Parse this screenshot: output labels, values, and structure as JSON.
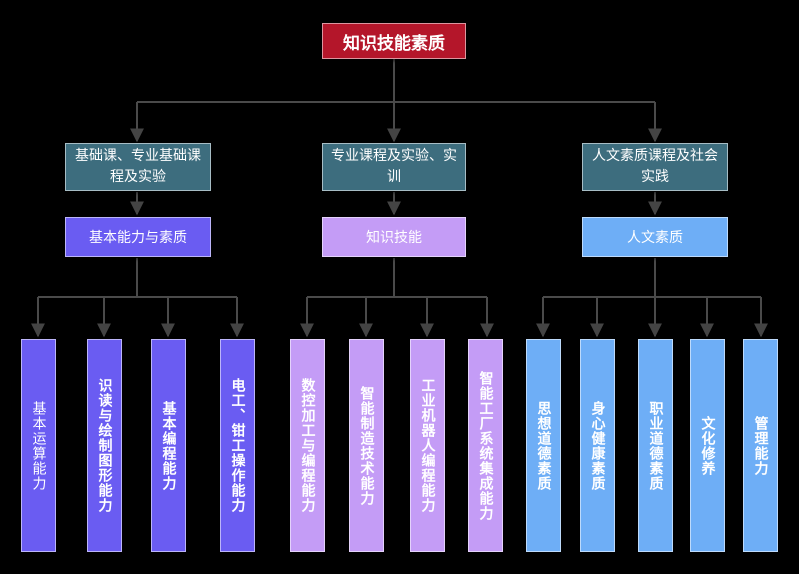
{
  "colors": {
    "root": "#b4162a",
    "level1": "#3d6d7e",
    "group_ability": "#6a5cf2",
    "group_skill": "#c49cf6",
    "group_humanity": "#6eaef6"
  },
  "root": "知识技能素质",
  "level1": [
    "基础课、专业基础课程及实验",
    "专业课程及实验、实训",
    "人文素质课程及社会实践"
  ],
  "level2": [
    "基本能力与素质",
    "知识技能",
    "人文素质"
  ],
  "leaves": [
    [
      "基本运算能力",
      "识读与绘制图形能力",
      "基本编程能力",
      "电工、钳工操作能力"
    ],
    [
      "数控加工与编程能力",
      "智能制造技术能力",
      "工业机器人编程能力",
      "智能工厂系统集成能力"
    ],
    [
      "思想道德素质",
      "身心健康素质",
      "职业道德素质",
      "文化修养",
      "管理能力"
    ]
  ]
}
